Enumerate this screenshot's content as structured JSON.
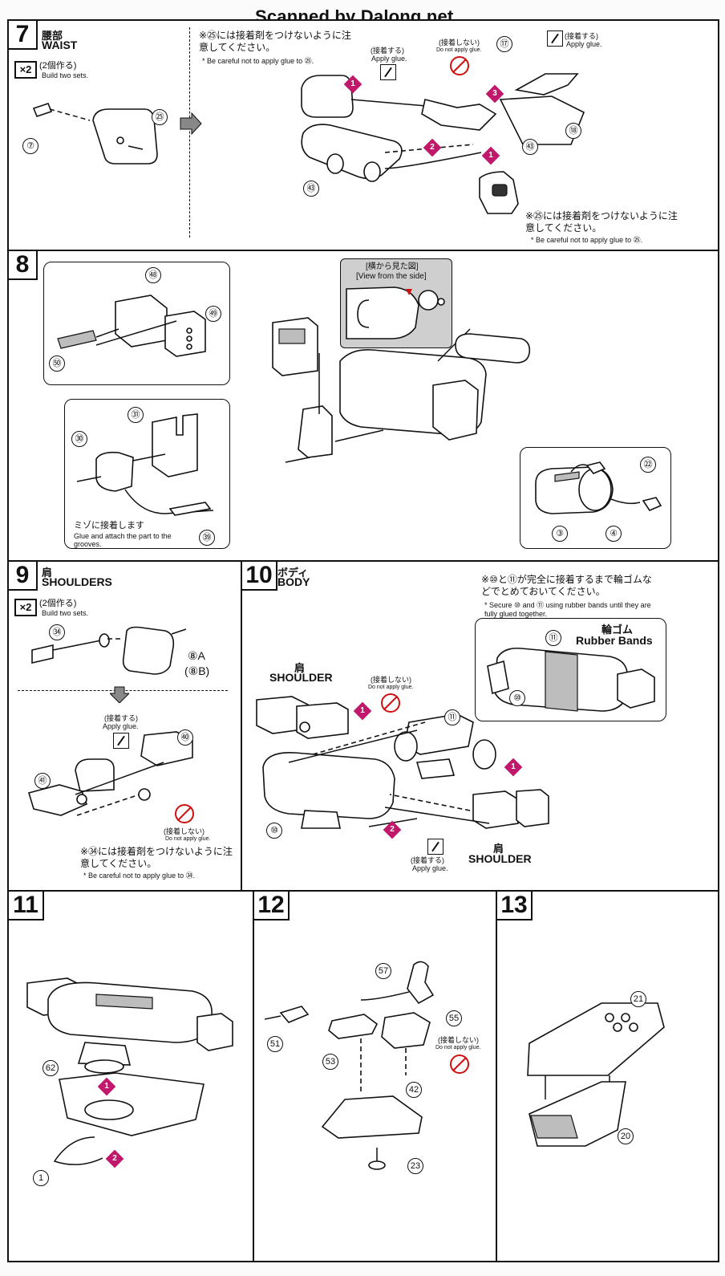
{
  "watermark": "Scanned by Dalong.net",
  "step7": {
    "number": "7",
    "title_jp": "腰部",
    "title_en": "WAIST",
    "x2": "×2",
    "build_jp": "(2個作る)",
    "build_en": "Build two sets.",
    "note_top_jp": "※㉕には接着剤をつけないように注意してください。",
    "note_top_en": "* Be careful not to apply glue to ㉕.",
    "note_bottom_jp": "※㉕には接着剤をつけないように注意してください。",
    "note_bottom_en": "* Be careful not to apply glue to ㉕.",
    "glue_jp": "(接着する)",
    "glue_en": "Apply glue.",
    "glue2_jp": "(接着する)",
    "glue2_en": "Apply glue.",
    "noglue_jp": "(接着しない)",
    "noglue_en": "Do not apply glue.",
    "parts": [
      "⑦",
      "㉕",
      "⑰",
      "⑱",
      "㊸",
      "㊸"
    ],
    "seq": [
      "1",
      "2",
      "3",
      "1"
    ]
  },
  "step8": {
    "number": "8",
    "view_jp": "[横から見た図]",
    "view_en": "[View from the side]",
    "groove_jp": "ミゾに接着します",
    "groove_en": "Glue and attach the part to the grooves.",
    "parts": [
      "㊽",
      "㊾",
      "㊿",
      "㉛",
      "㉚",
      "㊴",
      "㉒",
      "③",
      "④"
    ]
  },
  "step9": {
    "number": "9",
    "title_jp": "肩",
    "title_en": "SHOULDERS",
    "x2": "×2",
    "build_jp": "(2個作る)",
    "build_en": "Build two sets.",
    "part_a": "⑧A",
    "part_b": "(⑧B)",
    "glue_jp": "(接着する)",
    "glue_en": "Apply glue.",
    "noglue_jp": "(接着しない)",
    "noglue_en": "Do not apply glue.",
    "note_jp": "※㉞には接着剤をつけないように注意してください。",
    "note_en": "* Be careful not to apply glue to ㉞.",
    "parts": [
      "㉞",
      "㊵",
      "㊶"
    ]
  },
  "step10": {
    "number": "10",
    "title_jp": "ボディ",
    "title_en": "BODY",
    "note_jp": "※⑩と⑪が完全に接着するまで輪ゴムなどでとめておいてください。",
    "note_en": "* Secure ⑩ and ⑪ using rubber bands until they are fully glued together.",
    "rubber_jp": "輪ゴム",
    "rubber_en": "Rubber Bands",
    "shoulder_jp": "肩",
    "shoulder_en": "SHOULDER",
    "shoulder2_jp": "肩",
    "shoulder2_en": "SHOULDER",
    "noglue_jp": "(接着しない)",
    "noglue_en": "Do not apply glue.",
    "glue_jp": "(接着する)",
    "glue_en": "Apply glue.",
    "parts": [
      "⑪",
      "⑩",
      "⑪",
      "⑩"
    ],
    "seq": [
      "1",
      "1",
      "2"
    ]
  },
  "step11": {
    "number": "11",
    "parts": [
      "62",
      "1"
    ],
    "seq": [
      "1",
      "2"
    ]
  },
  "step12": {
    "number": "12",
    "noglue_jp": "(接着しない)",
    "noglue_en": "Do not apply glue.",
    "parts": [
      "57",
      "51",
      "55",
      "53",
      "42",
      "23"
    ]
  },
  "step13": {
    "number": "13",
    "parts": [
      "21",
      "20"
    ]
  },
  "colors": {
    "accent": "#c2186b",
    "noglue": "#d01010",
    "gray": "#cfcfcf"
  }
}
